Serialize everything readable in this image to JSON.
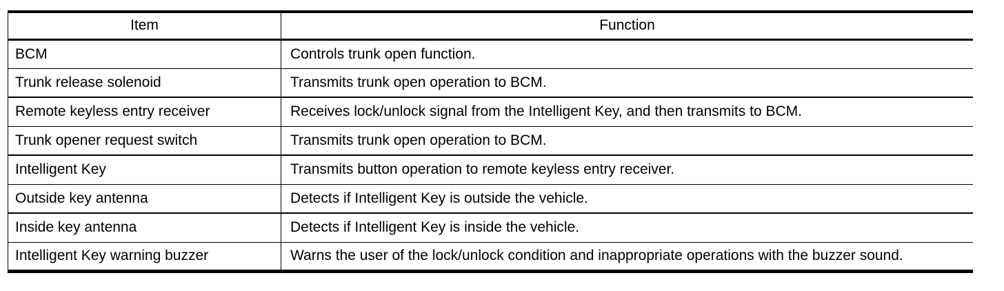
{
  "colors": {
    "border": "#000000",
    "text": "#000000",
    "background": "#ffffff"
  },
  "table": {
    "headers": [
      {
        "label": "Item"
      },
      {
        "label": "Function"
      }
    ],
    "rows": [
      {
        "item": "BCM",
        "function": "Controls trunk open function."
      },
      {
        "item": "Trunk release solenoid",
        "function": "Transmits trunk open operation to BCM."
      },
      {
        "item": "Remote keyless entry receiver",
        "function": "Receives lock/unlock signal from the Intelligent Key, and then transmits to BCM."
      },
      {
        "item": "Trunk opener request switch",
        "function": "Transmits trunk open operation to BCM."
      },
      {
        "item": "Intelligent Key",
        "function": "Transmits button operation to remote keyless entry receiver."
      },
      {
        "item": "Outside key antenna",
        "function": "Detects if Intelligent Key is outside the vehicle."
      },
      {
        "item": "Inside key antenna",
        "function": "Detects if Intelligent Key is inside the vehicle."
      },
      {
        "item": "Intelligent Key warning buzzer",
        "function": "Warns the user of the lock/unlock condition and inappropriate operations with the buzzer sound."
      }
    ]
  }
}
